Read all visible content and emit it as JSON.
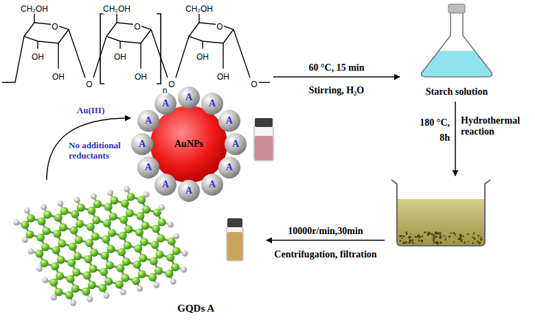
{
  "diagram": {
    "nodes": [
      {
        "text": [
          "Starch solution"
        ]
      },
      {
        "text": [
          "AuNPs"
        ]
      },
      {
        "text": [
          "A"
        ],
        "in": 1
      },
      {
        "text": [
          "A"
        ],
        "in": 1
      },
      {
        "text": [
          "A"
        ],
        "in": 1
      },
      {
        "text": [
          "A"
        ],
        "in": 1
      },
      {
        "text": [
          "A"
        ],
        "in": 1
      },
      {
        "text": [
          "A"
        ],
        "in": 1
      },
      {
        "text": [
          "A"
        ],
        "in": 1
      },
      {
        "text": [
          "A"
        ],
        "in": 1
      },
      {
        "text": [
          "A"
        ],
        "in": 1
      },
      {
        "text": [
          "A"
        ],
        "in": 1
      },
      {
        "text": [
          "A"
        ],
        "in": 1
      },
      {
        "text": [
          "A"
        ],
        "in": 1
      },
      {
        "text": [
          "GQDs A"
        ]
      }
    ],
    "edges": [
      {
        "from": 14,
        "to": 1,
        "arrow": "to",
        "label": "Au(III)"
      }
    ],
    "labels": [
      "CH₂OH",
      "CH₂OH",
      "CH₂OH",
      "O",
      "O",
      "O",
      "OH",
      "OH",
      "OH",
      "OH",
      "OH",
      "OH",
      "O",
      "O",
      "O",
      "n",
      "60 °C, 15 min",
      "Stirring, H₂O",
      "180 °C,",
      "Hydrothermal reaction",
      "8h",
      "10000r/min,30min",
      "Centrifugation, filtration",
      "No additional reductants"
    ]
  }
}
